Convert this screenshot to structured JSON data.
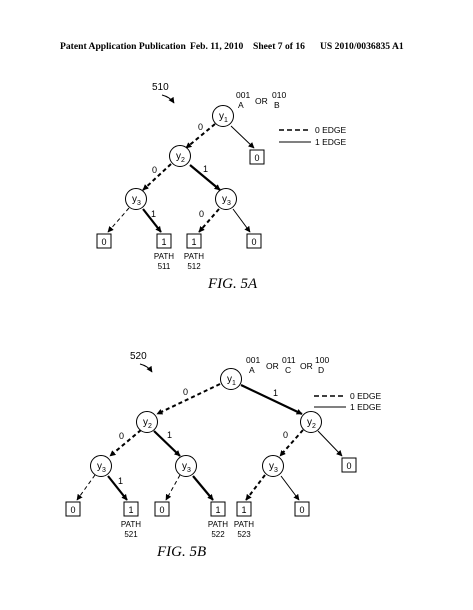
{
  "header": {
    "publication": "Patent Application Publication",
    "date": "Feb. 11, 2010",
    "sheet": "Sheet 7 of 16",
    "number": "US 2010/0036835 A1"
  },
  "fig_a": {
    "ref": "510",
    "caption": "FIG. 5A",
    "codes": [
      {
        "code": "001",
        "letter": "A"
      },
      {
        "code": "010",
        "letter": "B"
      }
    ],
    "or_words": [
      "OR"
    ],
    "legend": {
      "zero": "0 EDGE",
      "one": "1 EDGE"
    },
    "nodes": {
      "y1": {
        "base": "y",
        "sub": "1"
      },
      "y2": {
        "base": "y",
        "sub": "2"
      },
      "y3l": {
        "base": "y",
        "sub": "3"
      },
      "y3r": {
        "base": "y",
        "sub": "3"
      }
    },
    "terms": {
      "t1": "0",
      "t2": "0",
      "t3": "1",
      "t4": "1",
      "t5": "0"
    },
    "edge_labels": {
      "e1": "0",
      "e2": "0",
      "e3": "1",
      "e4": "1",
      "e5": "0"
    },
    "paths": [
      {
        "word": "PATH",
        "num": "511"
      },
      {
        "word": "PATH",
        "num": "512"
      }
    ]
  },
  "fig_b": {
    "ref": "520",
    "caption": "FIG. 5B",
    "codes": [
      {
        "code": "001",
        "letter": "A"
      },
      {
        "code": "011",
        "letter": "C"
      },
      {
        "code": "100",
        "letter": "D"
      }
    ],
    "or_words": [
      "OR",
      "OR"
    ],
    "legend": {
      "zero": "0 EDGE",
      "one": "1 EDGE"
    },
    "nodes": {
      "y1": {
        "base": "y",
        "sub": "1"
      },
      "y2l": {
        "base": "y",
        "sub": "2"
      },
      "y2r": {
        "base": "y",
        "sub": "2"
      },
      "y3a": {
        "base": "y",
        "sub": "3"
      },
      "y3b": {
        "base": "y",
        "sub": "3"
      },
      "y3c": {
        "base": "y",
        "sub": "3"
      }
    },
    "terms": {
      "t1": "0",
      "t2": "1",
      "t3": "0",
      "t4": "1",
      "t5": "1",
      "t6": "0",
      "t7": "0"
    },
    "edge_labels": {
      "e1": "0",
      "e2": "1",
      "e3": "0",
      "e4": "1",
      "e5": "1",
      "e6": "0"
    },
    "paths": [
      {
        "word": "PATH",
        "num": "521"
      },
      {
        "word": "PATH",
        "num": "522"
      },
      {
        "word": "PATH",
        "num": "523"
      }
    ]
  }
}
